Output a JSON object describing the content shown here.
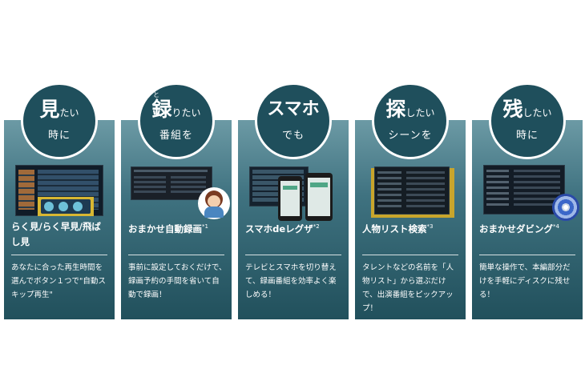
{
  "cards": [
    {
      "badge_big": "見",
      "badge_small": "たい",
      "badge_line2": "時に",
      "badge_ruby": "",
      "title": "らく見/らく早見/飛ばし見",
      "sup": "",
      "desc": "あなたに合った再生時間を選んでボタン１つで\"自動スキップ再生\""
    },
    {
      "badge_big": "録",
      "badge_small": "りたい",
      "badge_line2": "番組を",
      "badge_ruby": "と",
      "title": "おまかせ自動録画",
      "sup": "*1",
      "desc": "事前に設定しておくだけで、録画予約の手間を省いて自動で録画！"
    },
    {
      "badge_big": "スマホ",
      "badge_small": "",
      "badge_line2": "でも",
      "badge_ruby": "",
      "title": "スマホdeレグザ",
      "sup": "*2",
      "desc": "テレビとスマホを切り替えて、録画番組を効率よく楽しめる！"
    },
    {
      "badge_big": "探",
      "badge_small": "したい",
      "badge_line2": "シーンを",
      "badge_ruby": "",
      "title": "人物リスト検索",
      "sup": "*3",
      "desc": "タレントなどの名前を「人物リスト」から選ぶだけで、出演番組をピックアップ！"
    },
    {
      "badge_big": "残",
      "badge_small": "したい",
      "badge_line2": "時に",
      "badge_ruby": "",
      "title": "おまかせダビング",
      "sup": "*4",
      "desc": "簡単な操作で、本編部分だけを手軽にディスクに残せる！"
    }
  ]
}
